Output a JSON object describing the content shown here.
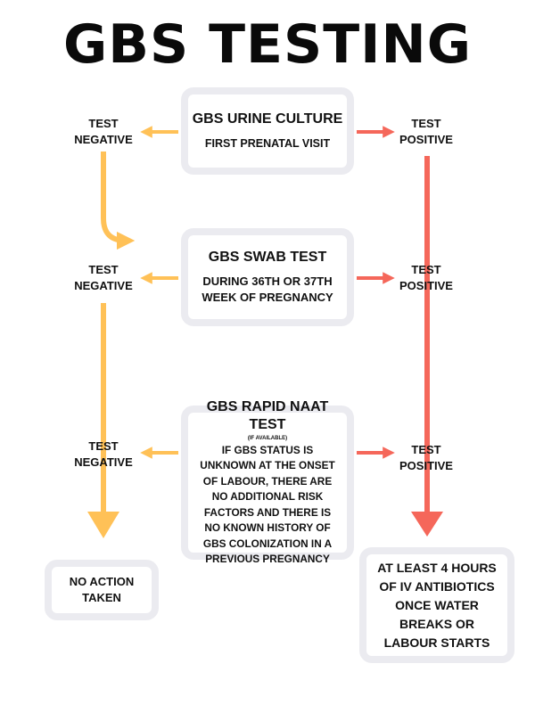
{
  "title": "GBS TESTING",
  "colors": {
    "negative": "#ffc157",
    "positive": "#f5675a",
    "box_border": "#ebebf0",
    "text": "#111111"
  },
  "steps": [
    {
      "title": "GBS URINE CULTURE",
      "subtitle": "FIRST PRENATAL VISIT"
    },
    {
      "title": "GBS SWAB TEST",
      "subtitle": "DURING 36TH OR 37TH WEEK OF PREGNANCY"
    },
    {
      "title": "GBS RAPID NAAT TEST",
      "note": "(IF AVAILABLE)",
      "subtitle": "IF GBS STATUS IS UNKNOWN AT THE ONSET OF LABOUR, THERE ARE NO ADDITIONAL RISK FACTORS AND THERE IS NO KNOWN HISTORY OF GBS COLONIZATION IN A PREVIOUS PREGNANCY"
    }
  ],
  "results": {
    "negative": "TEST NEGATIVE",
    "positive": "TEST POSITIVE"
  },
  "outcomes": {
    "negative": "NO ACTION TAKEN",
    "positive": "AT LEAST 4 HOURS OF IV ANTIBIOTICS ONCE WATER BREAKS OR LABOUR STARTS"
  }
}
